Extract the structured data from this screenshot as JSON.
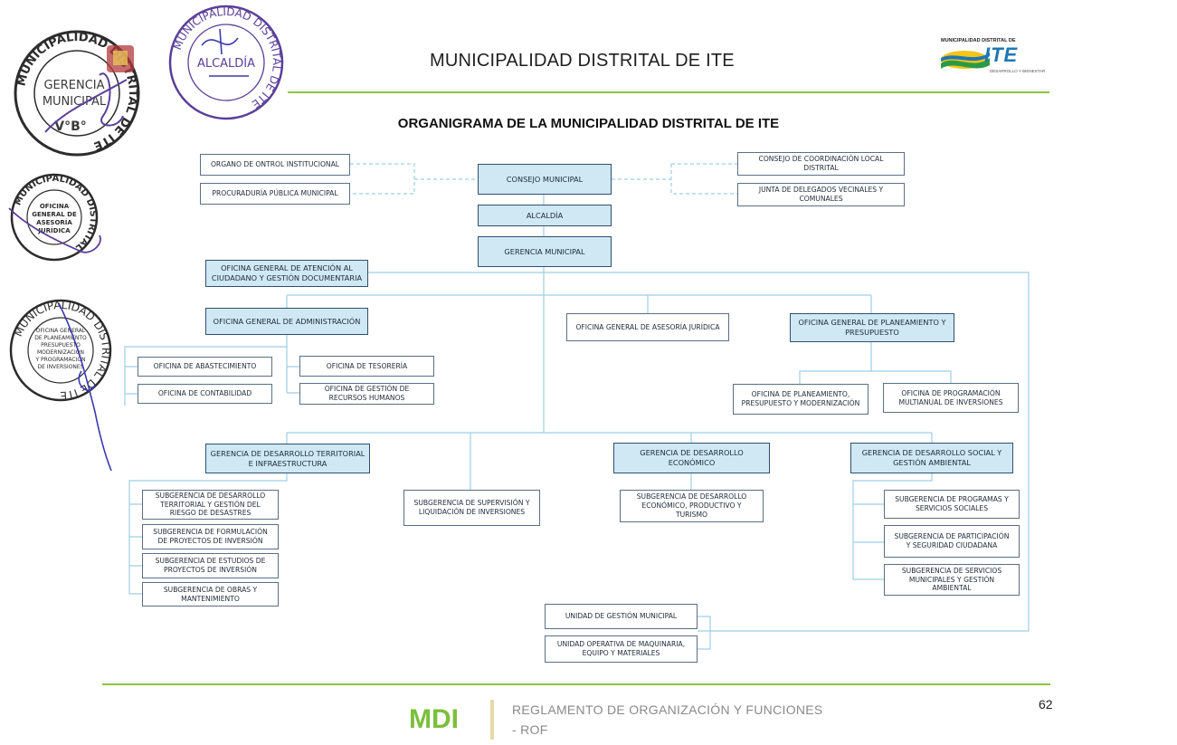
{
  "header": {
    "title": "MUNICIPALIDAD DISTRITAL DE ITE",
    "logo": {
      "top_text": "MUNICIPALIDAD DISTRITAL DE",
      "name": "ITE",
      "sub_text": "DESARROLLO Y BIENESTAR"
    }
  },
  "org_title": "ORGANIGRAMA DE LA MUNICIPALIDAD DISTRITAL DE ITE",
  "stamps": {
    "s1": {
      "ring": "MUNICIPALIDAD DISTRITAL DE ITE",
      "line1": "GERENCIA",
      "line2": "MUNICIPAL",
      "line3": "V°B°"
    },
    "s2": {
      "ring": "MUNICIPALIDAD DISTRITAL DE ITE",
      "line1": "ALCALDÍA"
    },
    "s3": {
      "ring": "MUNICIPALIDAD DISTRITAL",
      "line1": "OFICINA",
      "line2": "GENERAL DE",
      "line3": "ASESORÍA",
      "line4": "JURÍDICA"
    },
    "s4": {
      "ring": "MUNICIPALIDAD DISTRITAL DE ITE",
      "line1": "OFICINA GENERAL",
      "line2": "DE PLANEAMIENTO",
      "line3": "PRESUPUESTO",
      "line4": "MODERNIZACIÓN",
      "line5": "Y PROGRAMACIÓN",
      "line6": "DE INVERSIONES"
    }
  },
  "units": {
    "oci": [
      "ORGANO DE ONTROL INSTITUCIONAL"
    ],
    "procuraduria": [
      "PROCURADURÍA PÚBLICA MUNICIPAL"
    ],
    "consejo": [
      "CONSEJO MUNICIPAL"
    ],
    "ccl": [
      "CONSEJO DE COORDINACIÓN LOCAL",
      "DISTRITAL"
    ],
    "junta": [
      "JUNTA DE DELEGADOS VECINALES Y",
      "COMUNALES"
    ],
    "alcaldia": [
      "ALCALDÍA"
    ],
    "gerencia_municipal": [
      "GERENCIA MUNICIPAL"
    ],
    "ogacgd": [
      "OFICINA GENERAL DE ATENCIÓN AL",
      "CIUDADANO Y GESTIÓN DOCUMENTARIA"
    ],
    "oga": [
      "OFICINA GENERAL DE ADMINISTRACIÓN"
    ],
    "ogaj": [
      "OFICINA GENERAL DE ASESORÍA JURÍDICA"
    ],
    "ogpp": [
      "OFICINA GENERAL DE PLANEAMIENTO Y",
      "PRESUPUESTO"
    ],
    "abastecimiento": [
      "OFICINA DE ABASTECIMIENTO"
    ],
    "contabilidad": [
      "OFICINA DE CONTABILIDAD"
    ],
    "tesoreria": [
      "OFICINA DE TESORERÍA"
    ],
    "rrhh": [
      "OFICINA DE GESTIÓN DE",
      "RECURSOS HUMANOS"
    ],
    "planeamiento": [
      "OFICINA DE PLANEAMIENTO,",
      "PRESUPUESTO Y MODERNIZACIÓN"
    ],
    "programacion": [
      "OFICINA DE PROGRAMACIÓN",
      "MULTIANUAL DE INVERSIONES"
    ],
    "gdti": [
      "GERENCIA DE DESARROLLO TERRITORIAL",
      "E INFRAESTRUCTURA"
    ],
    "gde": [
      "GERENCIA DE DESARROLLO",
      "ECONÓMICO"
    ],
    "gdsa": [
      "GERENCIA DE DESARROLLO SOCIAL Y",
      "GESTIÓN AMBIENTAL"
    ],
    "sg_riesgo": [
      "SUBGERENCIA DE DESARROLLO",
      "TERRITORIAL Y GESTIÓN DEL",
      "RIESGO DE DESASTRES"
    ],
    "sg_formulacion": [
      "SUBGERENCIA DE FORMULACIÓN",
      "DE PROYECTOS DE INVERSIÓN"
    ],
    "sg_estudios": [
      "SUBGERENCIA DE ESTUDIOS DE",
      "PROYECTOS DE INVERSIÓN"
    ],
    "sg_obras": [
      "SUBGERENCIA DE OBRAS Y",
      "MANTENIMIENTO"
    ],
    "sg_supervision": [
      "SUBGERENCIA DE SUPERVISIÓN  Y",
      "LIQUIDACIÓN DE INVERSIONES"
    ],
    "sg_economico": [
      "SUBGERENCIA DE DESARROLLO",
      "ECONÓMICO, PRODUCTIVO Y",
      "TURISMO"
    ],
    "sg_programas": [
      "SUBGERENCIA DE PROGRAMAS Y",
      "SERVICIOS SOCIALES"
    ],
    "sg_participacion": [
      "SUBGERENCIA DE PARTICIPACIÓN",
      "Y SEGURIDAD CIUDADANA"
    ],
    "sg_servicios": [
      "SUBGERENCIA DE SERVICIOS",
      "MUNICIPALES Y GESTIÓN",
      "AMBIENTAL"
    ],
    "ugm": [
      "UNIDAD DE GESTIÓN MUNICIPAL"
    ],
    "uomem": [
      "UNIDAD OPERATIVA DE MAQUINARIA,",
      "EQUIPO Y MATERIALES"
    ]
  },
  "footer": {
    "brand": "MDI",
    "line1": "REGLAMENTO DE ORGANIZACIÓN Y FUNCIONES",
    "line2": "- ROF",
    "page_number": "62"
  },
  "colors": {
    "highlight_fill": "#cfe8f4",
    "connector": "#9ecfe6",
    "rule_green": "#8cc63f",
    "stamp_purple": "#5a3f9a"
  }
}
